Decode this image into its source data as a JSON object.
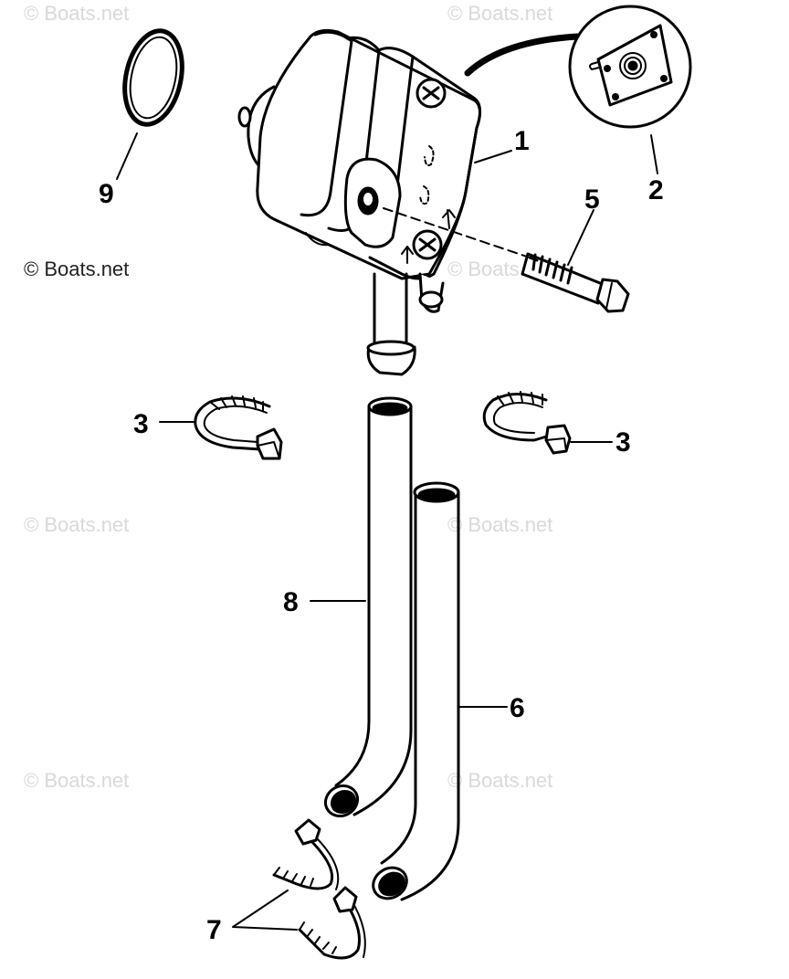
{
  "watermark": {
    "text": "© Boats.net"
  },
  "callouts": {
    "c1": "1",
    "c2": "2",
    "c3a": "3",
    "c3b": "3",
    "c5": "5",
    "c6": "6",
    "c7": "7",
    "c8": "8",
    "c9": "9"
  },
  "colors": {
    "line": "#000000",
    "background": "#ffffff",
    "watermark_light": "#d9d9d9"
  }
}
